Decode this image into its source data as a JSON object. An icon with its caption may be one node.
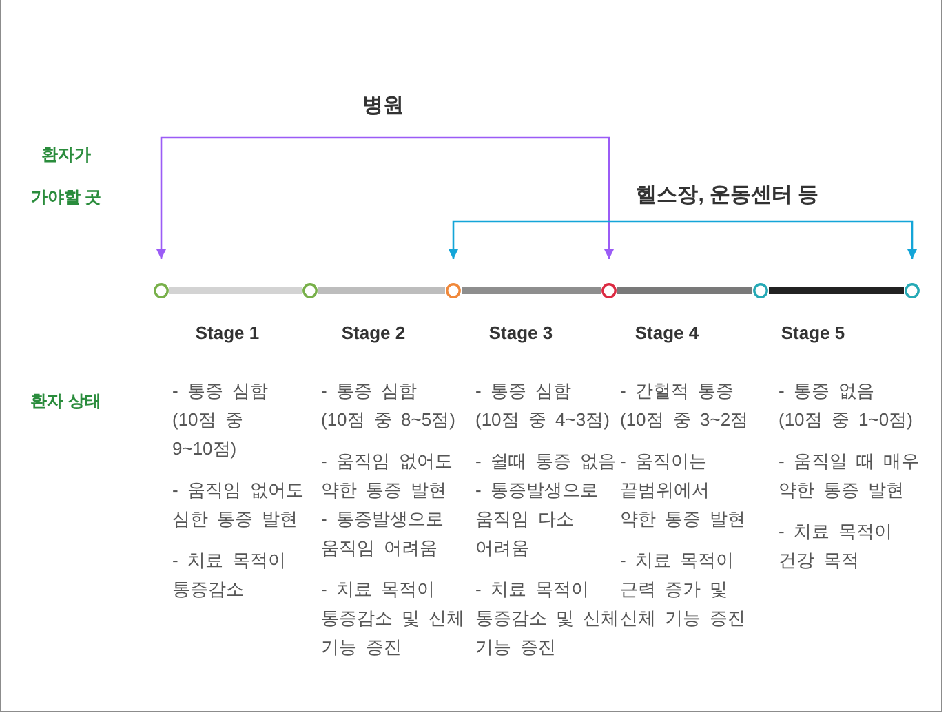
{
  "diagram": {
    "nodes": [
      {
        "text": [
          "병원"
        ]
      },
      {
        "text": [
          "헬스장, 운동센터 등"
        ]
      },
      {
        "text": [],
        "shape": "circle"
      },
      {
        "text": [],
        "shape": "circle"
      },
      {
        "text": [],
        "shape": "circle"
      },
      {
        "text": [],
        "shape": "circle"
      },
      {
        "text": [],
        "shape": "circle"
      },
      {
        "text": [],
        "shape": "circle"
      }
    ],
    "edges": [
      {
        "from": 0,
        "to": 2,
        "arrow": "to",
        "color": "#9b5cf6"
      },
      {
        "from": 0,
        "to": 5,
        "arrow": "to",
        "color": "#9b5cf6"
      },
      {
        "from": 1,
        "to": 4,
        "arrow": "to",
        "color": "#14a5d8"
      },
      {
        "from": 1,
        "to": 7,
        "arrow": "to",
        "color": "#14a5d8"
      },
      {
        "from": 2,
        "to": 3,
        "arrow": "none",
        "color": "#d3d3d3"
      },
      {
        "from": 3,
        "to": 4,
        "arrow": "none",
        "color": "#bdbdbd"
      },
      {
        "from": 4,
        "to": 5,
        "arrow": "none",
        "color": "#8e8e8e"
      },
      {
        "from": 5,
        "to": 6,
        "arrow": "none",
        "color": "#797979"
      },
      {
        "from": 6,
        "to": 7,
        "arrow": "none",
        "color": "#222222"
      }
    ],
    "labels": [
      "환자가 가야할 곳",
      "Stage 1",
      "Stage 2",
      "Stage 3",
      "Stage 4",
      "Stage 5",
      "환자 상태",
      "- 통증 심함 (10점 중 9~10점)",
      "- 움직임 없어도 심한 통증 발현",
      "- 치료 목적이 통증감소",
      "- 통증 심함 (10점 중 8~5점)",
      "- 움직임 없어도 약한 통증 발현",
      "- 통증발생으로 움직임 어려움",
      "- 치료 목적이 통증감소 및 신체 기능 증진",
      "- 통증 심함 (10점 중 4~3점)",
      "- 쉴때 통증 없음",
      "- 통증발생으로 움직임 다소 어려움",
      "- 치료 목적이 통증감소 및 신체 기능 증진",
      "- 간헐적 통증 (10점 중 3~2점",
      "- 움직이는 끝범위에서 약한 통증 발현",
      "- 치료 목적이 근력 증가 및 신체 기능 증진",
      "- 통증 없음 (10점 중 1~0점)",
      "- 움직일 때 매우 약한 통증 발현",
      "- 치료 목적이 건강 목적"
    ]
  }
}
